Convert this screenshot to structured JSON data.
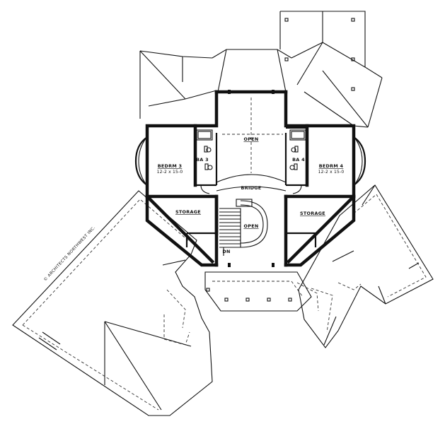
{
  "labels": {
    "open_top": "OPEN",
    "open_stair": "OPEN",
    "bridge": "BRIDGE",
    "bedroom3_name": "BEDRM 3",
    "bedroom3_size": "12-2 x 15-0",
    "bedroom4_name": "BEDRM 4",
    "bedroom4_size": "12-2 x 15-0",
    "bath3": "BA 3",
    "bath4": "BA 4",
    "storage_left": "STORAGE",
    "storage_right": "STORAGE",
    "stair_down": "DN",
    "copyright": "© ARCHITECTS NORTHWEST INC."
  },
  "colors": {
    "line": "#111111",
    "background": "#ffffff"
  }
}
